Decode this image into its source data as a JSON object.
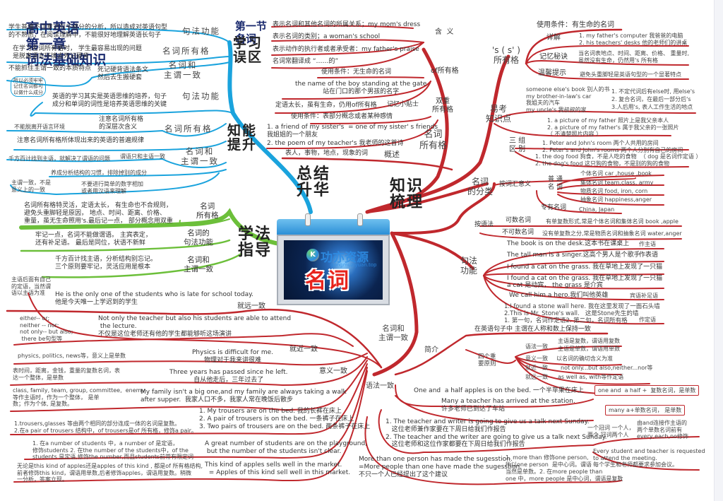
{
  "title": {
    "subject": "高中英语",
    "chapter": "第一章",
    "chapter_name": "词法基础知识",
    "section": "第一节",
    "section_name": "名词"
  },
  "center": {
    "label": "名词",
    "watermark": "功亦资源",
    "watermark_url": "gongmuziyuan.top"
  },
  "hubs": {
    "summary": "总结\n升华",
    "knowledge": "知识\n梳理",
    "method": "学法\n指导",
    "pitfalls": "学习\n误区",
    "ability": "知能\n提升"
  },
  "pitfalls": [
    {
      "label": "句法功能",
      "text": "学生普遍不注意对句子成分的分析，所以造成对英语句型\n的不熟悉，在阅读理解中，不能很好地理解英语长句子"
    },
    {
      "label": "名词所有格",
      "text": "在学习名词所有格时， 学生最容易出现的问题\n是脱离语言环境去死记硬背"
    },
    {
      "label": "名词和\n主谓一致",
      "text": "不能抓住主谓一致的本质特点",
      "text2": "死记硬背语法条文\n然后去生搬硬套"
    }
  ],
  "ability": {
    "note_circle": "所以必须牢牢\n记住名词都可\n以做什么成分",
    "items": [
      {
        "label": "句法功能",
        "text": "英语的学习其实是英语思维的培养，句子\n成分和单词的词性是培养英语思维的关键"
      },
      {
        "label": "名词所有格",
        "text": "注意名词所有格\n的深层次含义",
        "text2": "不能脱离开语言环境",
        "text3": "注意名词所有格所体现出来的英语的普遍规律"
      },
      {
        "label": "名词和\n主谓一致",
        "text": "谓语只和主语一致",
        "text2": "千方百计找到主语，就解决了谓语的问题",
        "text3": "养成分析结构的习惯，排除掉别的成分",
        "text4": "不要进行简单的数字相加\n或者用汉语来理解",
        "text5": "主谓一致，不是\n意义上的一致"
      }
    ]
  },
  "method": [
    {
      "label": "名词\n所有格",
      "text": "名词所有格特灵活，定语太长， 有生命也不合规则，\n避免头重脚轻是原因， 地点、时间、距离、价格、\n重量，虽无生命照用's.最后记一点， 部分概念用双重"
    },
    {
      "label": "名词的\n句法功能",
      "text": "牢记一点，名词不能做谓语。 主宾表定，\n还有补足语。 最后是同位，状语不新鲜"
    },
    {
      "label": "名词和\n主谓一致",
      "text": "千方百计找主语，分析结构别忘记。\n三个原则要牢记，灵活应用是根本"
    }
  ],
  "possessive": {
    "label": "名词\n所有格",
    "meaning": {
      "label": "含  义",
      "items": [
        "表示名词和其他名词的所属关系；my mom's dress",
        "表示名词的类别；a woman's school",
        "表示动作的执行者或者承受者：my father's praise",
        "名词常翻译成 “……的”"
      ]
    },
    "of_possessive": {
      "label": "of所有格",
      "condition": "使用条件：无生命的名词",
      "example": "the name of the boy standing at the gate\n站在门口的那个男孩的名字",
      "tip_label": "记忆小贴士",
      "tip": "定语太长，虽有生命，仍用of所有格"
    },
    "double": {
      "label": "双重\n所有格",
      "condition": "使用条件：表部分概念或者某种感情",
      "examples": "1. a friend of my sister's  = one of my sister' s friends\n我姐姐的一个朋友\n2. the poem of my teacher's 我老师的这首诗"
    },
    "overview": {
      "label": "概述",
      "text": "表人，事物，地点，现象的词"
    },
    "s_possessive": {
      "label": "'s ( s' )\n所有格",
      "condition": "使用条件：有生命的名词",
      "detail_label": "详解",
      "detail": "1. my father's computer 我爸爸的电脑\n2. his teachers' desks 他的老师们的讲桌",
      "memory_label": "记忆秘诀",
      "memory": "当名词表地点、时间、距离、价格、 重量时,\n虽然没有生命，仍然用's 所有格",
      "tip_label": "温馨提示",
      "tip": "避免头重脚轻是英语句型的一个显著特点"
    }
  },
  "exam_points": {
    "label": "易考\n知识点",
    "examples": "someone else's book 别人的书\nmy brother-in-law's car\n我姐夫的汽车\nmy uncle's 我叔叔的家",
    "rules": "1. 不定代词后有else时, 用else's\n2. 复合名词，在最后一部分后's\n3.人后用's, 表人工作生活的地点",
    "three_groups_label": "三 组\n区 别",
    "group1": "1. a picture of my father 照片上是我父亲本人\n2. a picture of my father's 属于我父亲的一张照片\n（ 不清楚照片内容 ）",
    "group2": "1. Peter and John's room 两个人共用的房间\n2. Peter's and John's rooms 两个人分别有自己的房间",
    "group3": "1. the dog food 狗食，不是人吃的食物  （ dog 是名词作定语 ）\n2. the dog's food 这只狗的食物，不是别的狗的食物"
  },
  "classification": {
    "label": "名词\n的分类",
    "by_meaning": "按词汇意义",
    "common": "普 通\n名 词",
    "common_items": [
      "个体名词 car ,house ,book",
      "集体名词 team,class, army",
      "物质名词 food, iron, corn",
      "抽象名词 happiness,anger"
    ],
    "proper": "专有名词",
    "proper_items": "China, Japan",
    "by_grammar": "按语法",
    "countable": "可数名词",
    "countable_desc": "有单复数形式,常是个体名词和集体名词 book ,apple",
    "uncountable": "不可数名词",
    "uncountable_desc": "没有单复数之分,常是物质名词和抽象名词 water,anger"
  },
  "syntax": {
    "label": "句法\n功能",
    "items": [
      {
        "text": "The book is on the desk.这本书在课桌上",
        "role": "作主语"
      },
      {
        "text": "The tall man is a singer.这高个男人是个歌手",
        "role": "作表语"
      },
      {
        "text": "I found a cat on the grass. 我在草地上发现了一只猫",
        "role": ""
      },
      {
        "text": "I found a cat on the grass. 我在草地上发现了一只猫\na cat 是动宾， the grass 是介宾",
        "role": ""
      },
      {
        "text": "We call him a hero.我们叫他英雄",
        "role": "宾语补足语"
      },
      {
        "text": "1.I found a stone wall here. 我在这里发现了一面石头墙\n2.This is Mr. Stone's wall.   这是Stone先生的墙\n1. 第一句，名词作定语2. 第二句，名词所有格",
        "role": "作定语"
      }
    ]
  },
  "agreement": {
    "label": "名词和\n主谓一致",
    "intro": {
      "label": "简介",
      "text": "在英语句子中 主谓在人称和数上保持一致",
      "principles_label": "四个重\n要原则",
      "principles": [
        {
          "name": "语法一致",
          "desc": "主语是复数，谓语用复数\n主语是单数，谓语用单数"
        },
        {
          "name": "意义一致",
          "desc": "以名词的确切含义为准"
        },
        {
          "name": "就近一致",
          "desc": "not only...but also,neither...nor等"
        },
        {
          "name": "就远一致",
          "desc": "as well as, with等作定语"
        }
      ]
    },
    "grammatical": {
      "label": "语法一致",
      "one_and_half": "One and  a half apples is on the bed. 一个半苹果在床上",
      "one_and_half_note": "one and  a half +  复数名词，是单数",
      "many_a": "Many a teacher has arrived at the station.\n许多老师已到达了车站",
      "many_a_note": "many a+单数名词， 是单数",
      "teacher_writer": "1. The teacher and writer is going to give us a talk next Sunday.\n   这位老师兼作家要在下周日给我们作报告\n2. The teacher and the writer are going to give us a talk next Sunday.\n   这位老师和这位作家都要在下周日给我们作报告",
      "article_note": "一个冠词 一个人，\n两个 冠词两个人",
      "every_note": "由and连接作主语的\n两个单数名词前有\nevery,each,no修饰",
      "every_example": "Every student and teacher is requested\nto attend the meeting.\n每个学生和老师都要求参加会议。",
      "more_than": "More than one person has made the sugesstion.\n=More people than one have made the sugesstion.\n不只一个人已经提出了这个建议",
      "more_than_note": "1. more than 修饰one person,\n所以one person  是中心词。谓语\n当然是单数。2. 在more people than\none 中，more people 是中心词，谓语是复数"
    },
    "far": {
      "label": "就远一致",
      "note": "主语后面有自己\n的定语，当然谓\n语以主语为准",
      "example": "He is the only one of the students who is late for school today.\n他是今天唯一上学迟到的学生"
    },
    "near": {
      "label": "就近一致",
      "note": "either-- or;\nneither -- nor;\nnot only-- but also;\n there be句型等",
      "example": "Not only the teacher but also his students are able to attend\n the lecture.\n不仅是这位老师还有他的学生都能够听这场演讲"
    },
    "notional": {
      "label": "意义一致",
      "rows": [
        {
          "note": "physics, politics, news等，意义上是单数",
          "example": "Physics is difficult for me.\n物理对于我来讲很难"
        },
        {
          "note": "表时间，距离，金钱，重量的复数名词，表\n达一个整体，是单数",
          "example": "Three years has passed since he left.\n自从他走后，三年过去了"
        },
        {
          "note": "class, family, team, group, committee,  enemy\n等作主语时，作为一个整体， 是单\n数；作为个体, 是复数。",
          "example": "My family isn't a big one,and my family are always taking a walk\nafter supper.  我家人口不多，我家人常在晚饭后散步"
        },
        {
          "note": "1.trousers,glasses 等由两个相同的部分连成一体的名词是复数。\n2.在a pair of trousers 结构中，of trousers是of 所有格，修饰a pair。",
          "example": "1. My trousers are on the bed. 我的长裤在床上\n2. A pair of trousers is on the bed. 一条裤子在床上\n3. Two pairs of trousers are on the bed. 两条裤子在床上"
        },
        {
          "note": "1. 在a number of students 中，a number of 是定语，\n修饰students 2. 在the number of the students中，of the\nstudents 是定语,修饰the number,而且students前常有限定词",
          "example": "A great number of students are on the playground,\n but the number of the students isn't clear."
        },
        {
          "note": "无论是this kind of apples还是apples of this kind , 都是of 所有格结构,\n前者修饰this kind，谓语用单数,后者修饰apples，谓语用复数。稍微\n一分析，答案立现。",
          "example": "This kind of apples sells well in the market.\n  = Apples of this kind sell well in this market."
        }
      ]
    }
  },
  "colors": {
    "red_branch": "#c0282d",
    "blue_branch": "#1aa3dd",
    "green_branch": "#6cbf3a",
    "title": "#1a2a6e",
    "center_word": "#e8241c"
  }
}
